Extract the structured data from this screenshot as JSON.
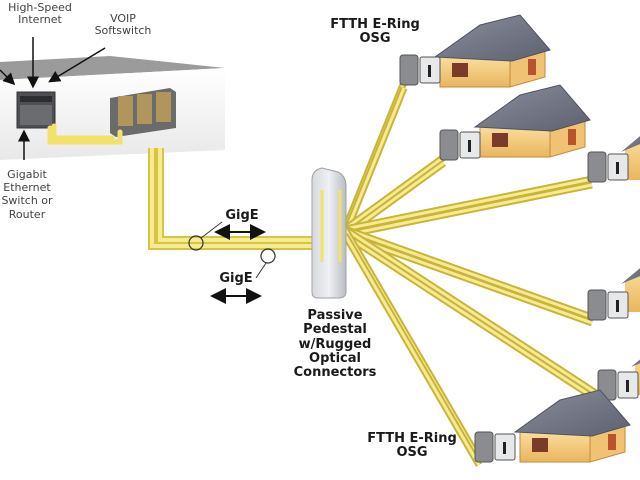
{
  "diagram": {
    "title": "FTTH E-Ring Network Diagram",
    "colors": {
      "fiber": "#f2e26a",
      "fiber_edge": "#c9b43a",
      "building_roof": "#9a9a9a",
      "house_wall": "#f5cd7a",
      "house_roof": "#6f7382",
      "osg_box": "#8a8c8f"
    },
    "labels": {
      "high_speed_internet": [
        "High-Speed",
        "Internet"
      ],
      "voip_softswitch": [
        "VOIP",
        "Softswitch"
      ],
      "gigabit_switch": [
        "Gigabit",
        "Ethernet",
        "Switch or",
        "Router"
      ],
      "gige_top": "GigE",
      "gige_bottom": "GigE",
      "passive_pedestal": [
        "Passive",
        "Pedestal",
        "w/Rugged",
        "Optical",
        "Connectors"
      ],
      "ftth_top": [
        "FTTH E-Ring",
        "OSG"
      ],
      "ftth_bottom": [
        "FTTH E-Ring",
        "OSG"
      ]
    },
    "nodes": [
      {
        "id": "central-office",
        "type": "building"
      },
      {
        "id": "gigabit-switch",
        "type": "switch"
      },
      {
        "id": "olt-chassis",
        "type": "chassis"
      },
      {
        "id": "passive-pedestal",
        "type": "pedestal"
      },
      {
        "id": "house-1",
        "type": "house-with-osg"
      },
      {
        "id": "house-2",
        "type": "house-with-osg"
      },
      {
        "id": "house-3",
        "type": "house-with-osg"
      },
      {
        "id": "house-4",
        "type": "house-with-osg"
      },
      {
        "id": "house-5",
        "type": "house-with-osg"
      },
      {
        "id": "house-6",
        "type": "house-with-osg"
      }
    ],
    "links": [
      {
        "from": "central-office",
        "to": "passive-pedestal",
        "label": "GigE"
      },
      {
        "from": "passive-pedestal",
        "to": "house-1"
      },
      {
        "from": "passive-pedestal",
        "to": "house-2"
      },
      {
        "from": "passive-pedestal",
        "to": "house-3"
      },
      {
        "from": "passive-pedestal",
        "to": "house-4"
      },
      {
        "from": "passive-pedestal",
        "to": "house-5"
      },
      {
        "from": "passive-pedestal",
        "to": "house-6"
      }
    ]
  }
}
